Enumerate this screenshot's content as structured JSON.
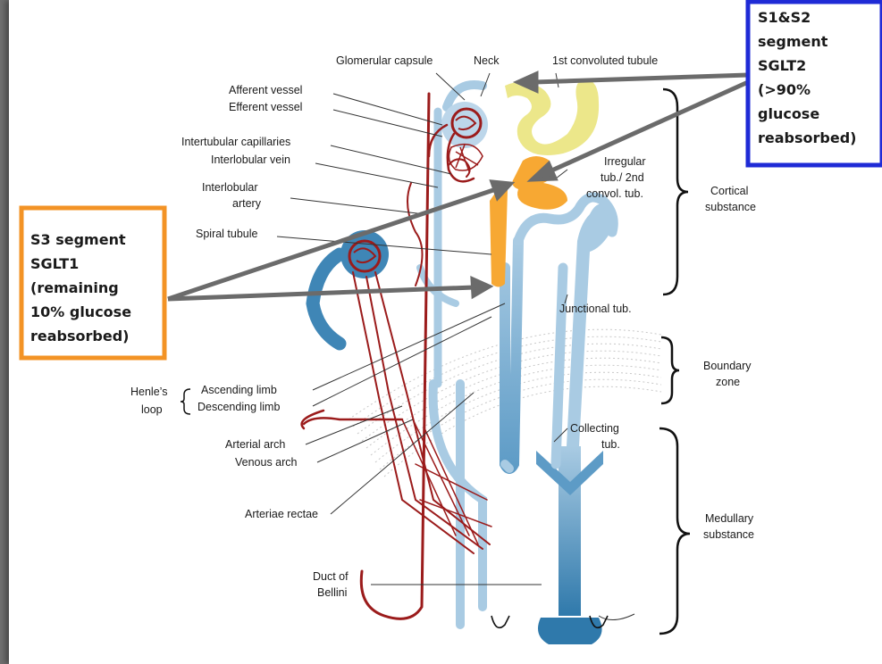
{
  "labels": {
    "glomerular_capsule": "Glomerular capsule",
    "neck": "Neck",
    "first_convoluted": "1st convoluted tubule",
    "afferent": "Afferent vessel",
    "efferent": "Efferent vessel",
    "intertubular": "Intertubular capillaries",
    "interlobular_vein": "Interlobular vein",
    "interlobular_artery_1": "Interlobular",
    "interlobular_artery_2": "artery",
    "spiral_tubule": "Spiral tubule",
    "irregular_1": "Irregular",
    "irregular_2": "tub./ 2nd",
    "irregular_3": "convol. tub.",
    "cortical_1": "Cortical",
    "cortical_2": "substance",
    "junctional": "Junctional tub.",
    "boundary_1": "Boundary",
    "boundary_2": "zone",
    "henles_1": "Henle’s",
    "henles_2": "loop",
    "ascending": "Ascending limb",
    "descending": "Descending limb",
    "arterial_arch": "Arterial arch",
    "venous_arch": "Venous arch",
    "collecting_1": "Collecting",
    "collecting_2": "tub.",
    "arteriae_rectae": "Arteriae rectae",
    "medullary_1": "Medullary",
    "medullary_2": "substance",
    "duct_1": "Duct of",
    "duct_2": "Bellini"
  },
  "s1s2_box": {
    "line1": "S1&S2",
    "line2": "segment",
    "line3": "SGLT2",
    "line4": "(>90%",
    "line5": "glucose",
    "line6": "reabsorbed)",
    "color": "#1f2bd6"
  },
  "s3_box": {
    "line1": "S3 segment",
    "line2": "SGLT1",
    "line3": "(remaining",
    "line4": "10% glucose",
    "line5": "reabsorbed)",
    "color": "#f39325"
  },
  "colors": {
    "tubule_light": "#a9cbe3",
    "tubule_dark": "#3f86b6",
    "vessel": "#9b1b1b",
    "segment_yellow": "#ece78a",
    "segment_orange": "#f7a833",
    "arrow": "#6b6b6b"
  }
}
